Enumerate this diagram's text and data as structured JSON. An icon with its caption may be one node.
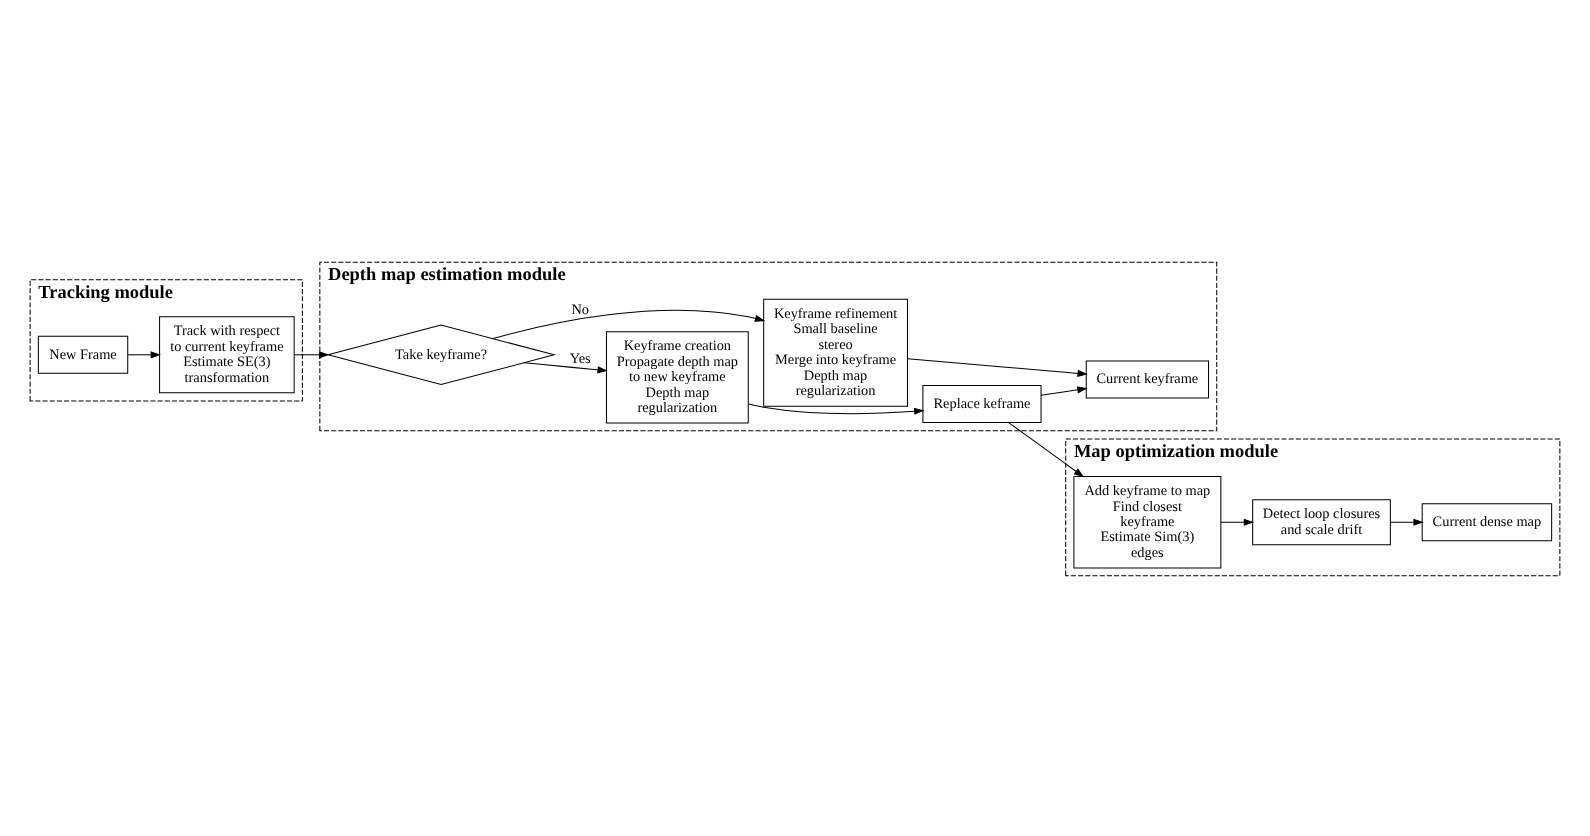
{
  "diagram": {
    "nodes": [
      {
        "text": [
          "Tracking module"
        ]
      },
      {
        "text": [
          "New Frame"
        ],
        "in": 0
      },
      {
        "text": [
          "Track with respect to current keyframe",
          "Estimate SE(3) transformation"
        ],
        "in": 0
      },
      {
        "text": [
          "Depth map estimation module"
        ]
      },
      {
        "text": [
          "Take keyframe?"
        ],
        "in": 3
      },
      {
        "text": [
          "Keyframe creation",
          "Propagate depth map to new keyframe",
          "Depth map regularization"
        ],
        "in": 3
      },
      {
        "text": [
          "Replace keframe"
        ],
        "in": 3
      },
      {
        "text": [
          "Keyframe refinement",
          "Small baseline stereo",
          "Merge into keyframe",
          "Depth map regularization"
        ],
        "in": 3
      },
      {
        "text": [
          "Current keyframe"
        ],
        "in": 3
      },
      {
        "text": [
          "Map optimization module"
        ]
      },
      {
        "text": [
          "Add keyframe to map",
          "Find closest keyframe",
          "Estimate Sim(3) edges"
        ],
        "in": 9
      },
      {
        "text": [
          "Detect loop closures and scale drift"
        ],
        "in": 9
      },
      {
        "text": [
          "Current dense map"
        ],
        "in": 9
      }
    ],
    "edges": [
      {
        "from": 1,
        "to": 2,
        "arrow": "to"
      },
      {
        "from": 2,
        "to": 4,
        "arrow": "to"
      },
      {
        "from": 4,
        "to": 5,
        "arrow": "to",
        "label": "Yes"
      },
      {
        "from": 5,
        "to": 6,
        "arrow": "to"
      },
      {
        "from": 6,
        "to": 10,
        "arrow": "to"
      },
      {
        "from": 10,
        "to": 11,
        "arrow": "to"
      },
      {
        "from": 11,
        "to": 12,
        "arrow": "to"
      },
      {
        "from": 4,
        "to": 7,
        "arrow": "to",
        "label": "No"
      },
      {
        "from": 7,
        "to": 8,
        "arrow": "to"
      },
      {
        "from": 6,
        "to": 8,
        "arrow": "to"
      }
    ]
  }
}
